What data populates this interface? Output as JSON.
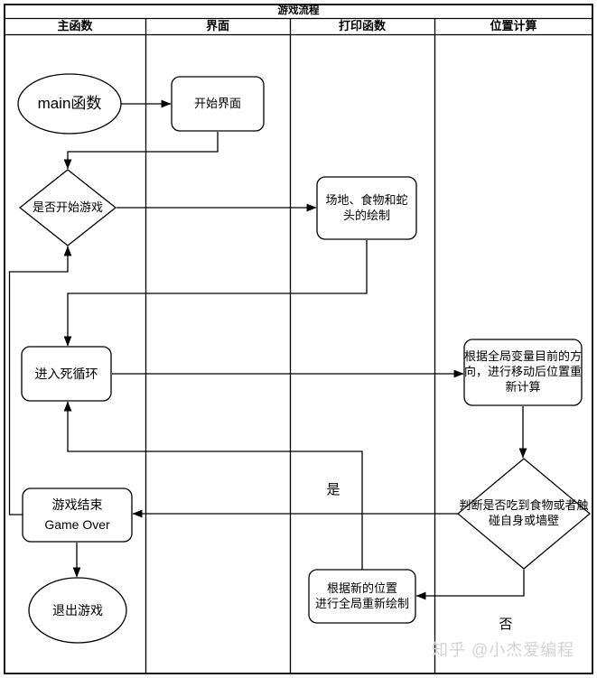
{
  "title": "游戏流程",
  "lanes": [
    {
      "label": "主函数"
    },
    {
      "label": "界面"
    },
    {
      "label": "打印函数"
    },
    {
      "label": "位置计算"
    }
  ],
  "nodes": {
    "main": {
      "label": "main函数"
    },
    "start_screen": {
      "label": "开始界面"
    },
    "start_decision": {
      "label": "是否开始游戏"
    },
    "draw_initial": {
      "lines": [
        "场地、食物和蛇",
        "头的绘制"
      ]
    },
    "dead_loop": {
      "label": "进入死循环"
    },
    "recalc_position": {
      "lines": [
        "根据全局变量目前的方",
        "向，进行移动后位置重",
        "新计算"
      ]
    },
    "collision_decision": {
      "lines": [
        "判断是否吃到食物或者触",
        "碰自身或墙壁"
      ]
    },
    "game_over": {
      "lines": [
        "游戏结束",
        "Game Over"
      ]
    },
    "exit_game": {
      "label": "退出游戏"
    },
    "redraw": {
      "lines": [
        "根据新的位置",
        "进行全局重新绘制"
      ]
    }
  },
  "edge_labels": {
    "yes": "是",
    "no": "否"
  },
  "watermark": "知乎 @小杰爱编程",
  "colors": {
    "stroke": "#000000",
    "background": "#ffffff",
    "watermark_gray": "#d3d3d3"
  }
}
